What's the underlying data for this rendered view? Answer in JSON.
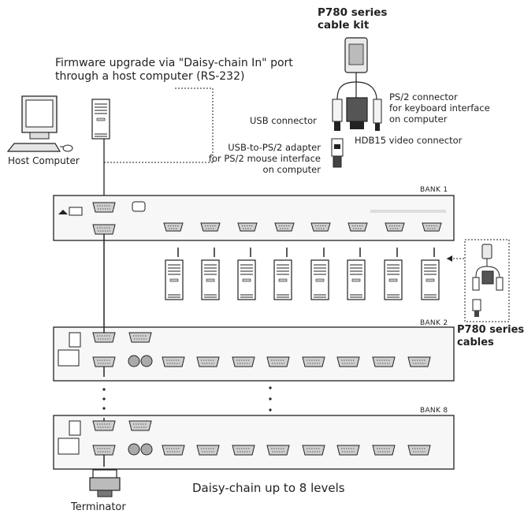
{
  "firmware_note": {
    "line1": "Firmware upgrade via \"Daisy-chain In\" port",
    "line2": "through a host computer (RS-232)"
  },
  "host_computer_label": "Host Computer",
  "cable_kit": {
    "title_line1": "P780 series",
    "title_line2": "cable kit",
    "ps2_line1": "PS/2 connector",
    "ps2_line2": "for keyboard interface",
    "ps2_line3": "on computer",
    "usb_connector": "USB connector",
    "hdb15": "HDB15 video connector",
    "adapter_line1": "USB-to-PS/2 adapter",
    "adapter_line2": "for PS/2 mouse interface",
    "adapter_line3": "on computer"
  },
  "banks": {
    "bank1": "BANK 1",
    "bank2": "BANK 2",
    "bank8": "BANK 8"
  },
  "p780_cables": {
    "line1": "P780 series",
    "line2": "cables"
  },
  "daisy_chain_caption": "Daisy-chain up to 8 levels",
  "terminator_label": "Terminator",
  "colors": {
    "line": "#222222",
    "panel": "#f4f4f4",
    "port": "#c9c9c9"
  }
}
